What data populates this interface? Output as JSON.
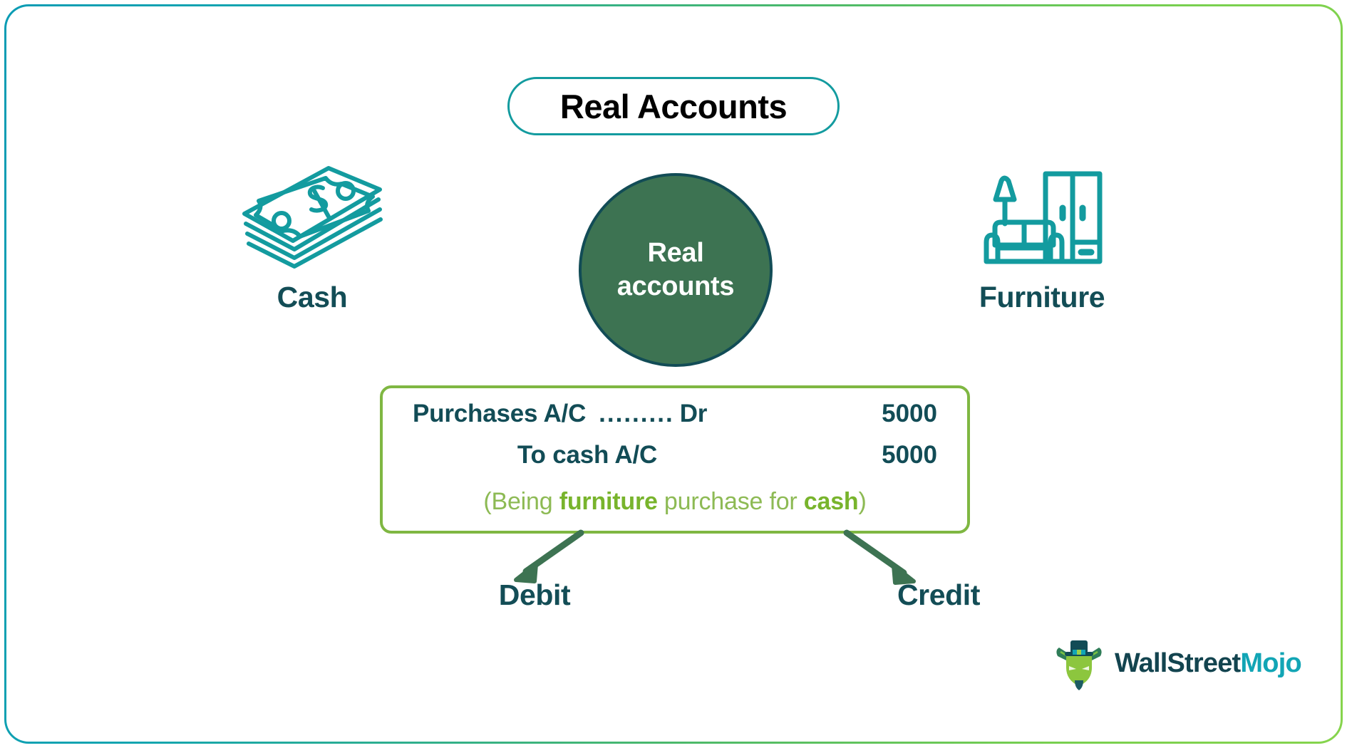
{
  "frame": {
    "gradient_start": "#0b9cb4",
    "gradient_end": "#86d44d"
  },
  "title": {
    "text": "Real Accounts",
    "border_color": "#139b9f",
    "text_color": "#000000"
  },
  "center": {
    "line1": "Real",
    "line2": "accounts",
    "fill_color": "#3d7352",
    "border_color": "#124c56",
    "text_color": "#ffffff"
  },
  "icons": [
    {
      "id": "cash",
      "icon_name": "cash-banknotes-icon",
      "label": "Cash",
      "color": "#139b9f",
      "label_color": "#134d56"
    },
    {
      "id": "furniture",
      "icon_name": "furniture-sofa-wardrobe-icon",
      "label": "Furniture",
      "color": "#139b9f",
      "label_color": "#134d56"
    }
  ],
  "journal": {
    "border_color": "#7fb742",
    "text_color": "#124c56",
    "rows": [
      {
        "account": "Purchases A/C",
        "leader": ".........",
        "side": "Dr",
        "amount": "5000"
      },
      {
        "account": "To cash A/C",
        "leader": "",
        "side": "",
        "amount": "5000"
      }
    ],
    "narration": {
      "open_paren": "(",
      "prefix": "Being ",
      "bold1": "furniture",
      "middle": " purchase for ",
      "bold2": "cash",
      "close_paren": ")",
      "color": "#8dba54",
      "bold_color": "#78b42c"
    }
  },
  "arrows": {
    "color": "#3d7352",
    "left_label": "Debit",
    "right_label": "Credit",
    "label_color": "#134d56"
  },
  "logo": {
    "icon_name": "bull-mascot-icon",
    "part1": "WallStreet",
    "part2": "Mojo",
    "part1_color": "#13444f",
    "part2_color": "#12a5b5"
  }
}
